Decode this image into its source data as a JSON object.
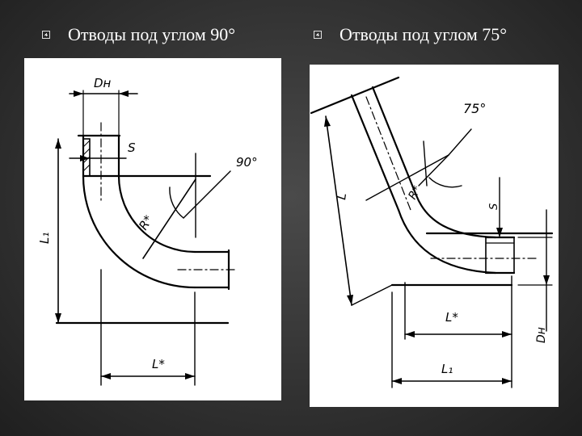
{
  "slides": [
    {
      "heading": "Отводы под углом 90°",
      "labels": {
        "dn": "Dн",
        "s": "S",
        "angle": "90°",
        "radius": "R*",
        "l1": "L₁",
        "l": "L*"
      }
    },
    {
      "heading": "Отводы под углом 75°",
      "labels": {
        "angle": "75°",
        "l": "L",
        "radius": "R*",
        "s": "S",
        "l_star": "L*",
        "dn": "Dн",
        "l1": "L₁"
      }
    }
  ]
}
